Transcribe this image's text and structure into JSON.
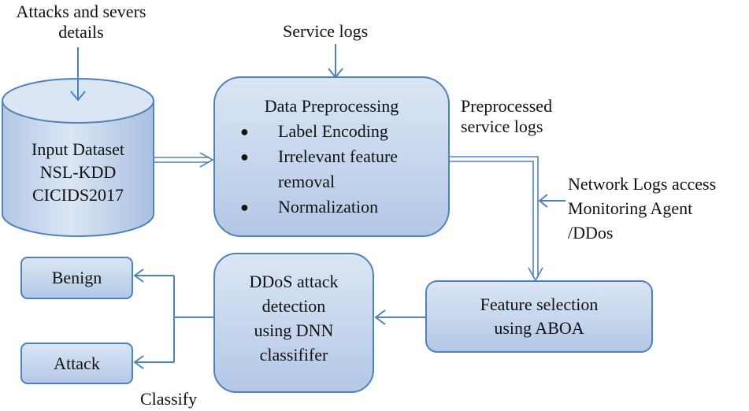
{
  "colors": {
    "box_fill_top": "#dbe6f4",
    "box_fill_bottom": "#b3c8e6",
    "box_stroke": "#4f81bd",
    "arrow": "#4f81bd"
  },
  "inputs": {
    "attacks_line1": "Attacks and severs",
    "attacks_line2": "details",
    "service_logs": "Service logs",
    "preprocessed_line1": "Preprocessed",
    "preprocessed_line2": "service logs",
    "network_line1": "Network Logs access",
    "network_line2": "Monitoring Agent",
    "network_line3": "/DDos",
    "classify": "Classify"
  },
  "dataset": {
    "line1": "Input Dataset",
    "line2": "NSL-KDD",
    "line3": "CICIDS2017"
  },
  "preprocessing": {
    "title": "Data Preprocessing",
    "bullet_glyph": "●",
    "items": [
      "Label Encoding",
      "Irrelevant feature",
      "removal",
      "Normalization"
    ]
  },
  "feature_selection": {
    "line1": "Feature selection",
    "line2": "using ABOA"
  },
  "detection": {
    "line1": "DDoS attack",
    "line2": "detection",
    "line3": "using DNN",
    "line4": "classififer"
  },
  "outputs": {
    "benign": "Benign",
    "attack": "Attack"
  }
}
